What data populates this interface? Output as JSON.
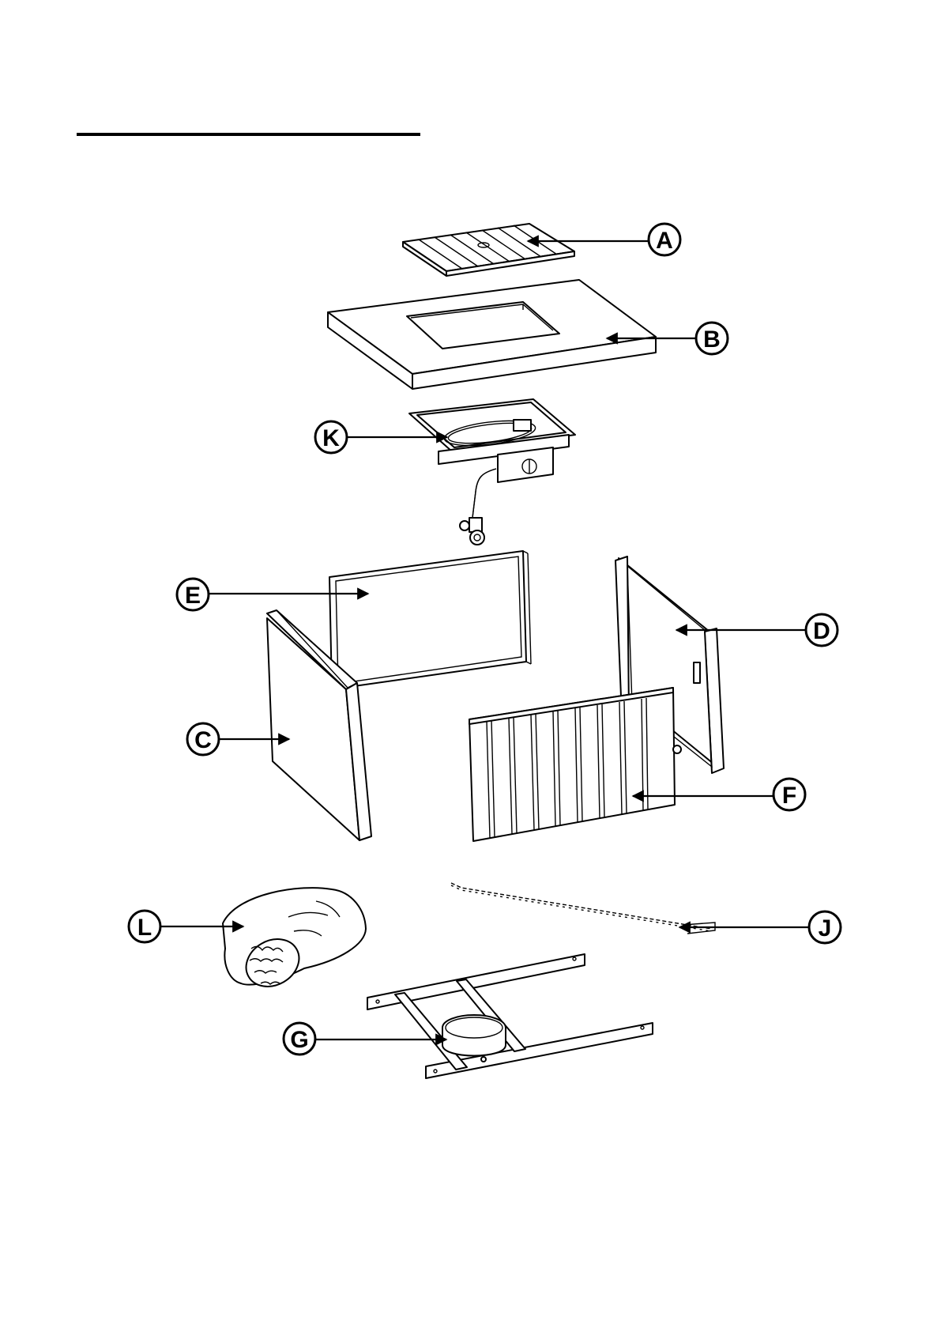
{
  "parts": [
    {
      "id": "A",
      "label": "A"
    },
    {
      "id": "B",
      "label": "B"
    },
    {
      "id": "K",
      "label": "K"
    },
    {
      "id": "E",
      "label": "E"
    },
    {
      "id": "D",
      "label": "D"
    },
    {
      "id": "C",
      "label": "C"
    },
    {
      "id": "F",
      "label": "F"
    },
    {
      "id": "L",
      "label": "L"
    },
    {
      "id": "J",
      "label": "J"
    },
    {
      "id": "G",
      "label": "G"
    }
  ],
  "colors": {
    "line": "#000000",
    "background": "#ffffff"
  }
}
